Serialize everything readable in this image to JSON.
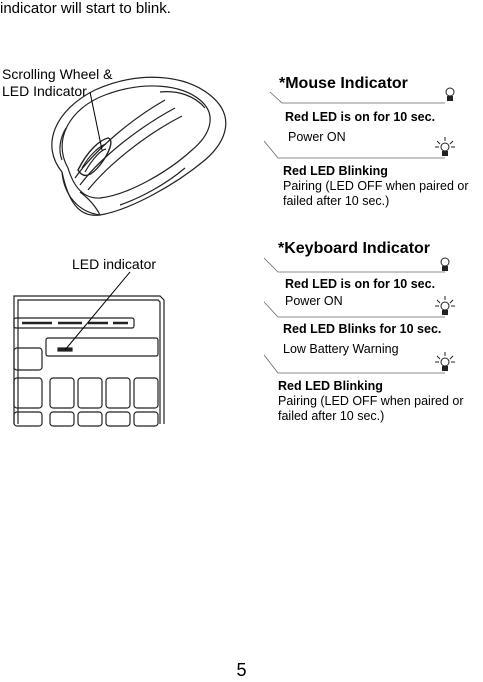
{
  "intro_text": "indicator will start to blink.",
  "mouse": {
    "callout": [
      "Scrolling Wheel &",
      "LED Indicator"
    ],
    "heading": "*Mouse Indicator",
    "states": [
      {
        "title": "Red LED is on for 10 sec.",
        "desc": "Power ON",
        "icon": "led-on-icon"
      },
      {
        "title": "Red LED Blinking",
        "desc": "Pairing (LED OFF when paired or failed after 10 sec.)",
        "icon": "led-blink-icon"
      }
    ]
  },
  "keyboard": {
    "callout": "LED indicator",
    "heading": "*Keyboard Indicator",
    "states": [
      {
        "title": "Red LED is on for 10 sec.",
        "desc": "Power ON",
        "icon": "led-on-icon"
      },
      {
        "title": "Red LED Blinks for 10 sec.",
        "desc": "Low Battery Warning",
        "icon": "led-blink-icon"
      },
      {
        "title": "Red LED Blinking",
        "desc": "Pairing (LED OFF when paired or failed after 10 sec.)",
        "icon": "led-blink-icon"
      }
    ]
  },
  "page_number": "5"
}
